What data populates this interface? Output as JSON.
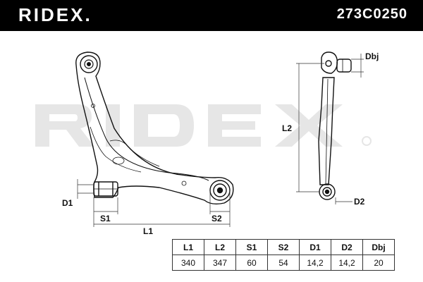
{
  "header": {
    "brand": "RIDEX.",
    "part_number": "273C0250"
  },
  "watermark": {
    "text": "RIDEX"
  },
  "diagram": {
    "labels": {
      "d1": "D1",
      "s1": "S1",
      "l1": "L1",
      "s2": "S2",
      "l2": "L2",
      "dbj": "Dbj",
      "d2": "D2"
    }
  },
  "spec_table": {
    "headers": [
      "L1",
      "L2",
      "S1",
      "S2",
      "D1",
      "D2",
      "Dbj"
    ],
    "values": [
      "340",
      "347",
      "60",
      "54",
      "14,2",
      "14,2",
      "20"
    ]
  },
  "colors": {
    "header_bg": "#000000",
    "header_text": "#ffffff",
    "line": "#111111",
    "watermark": "#e6e6e6"
  }
}
